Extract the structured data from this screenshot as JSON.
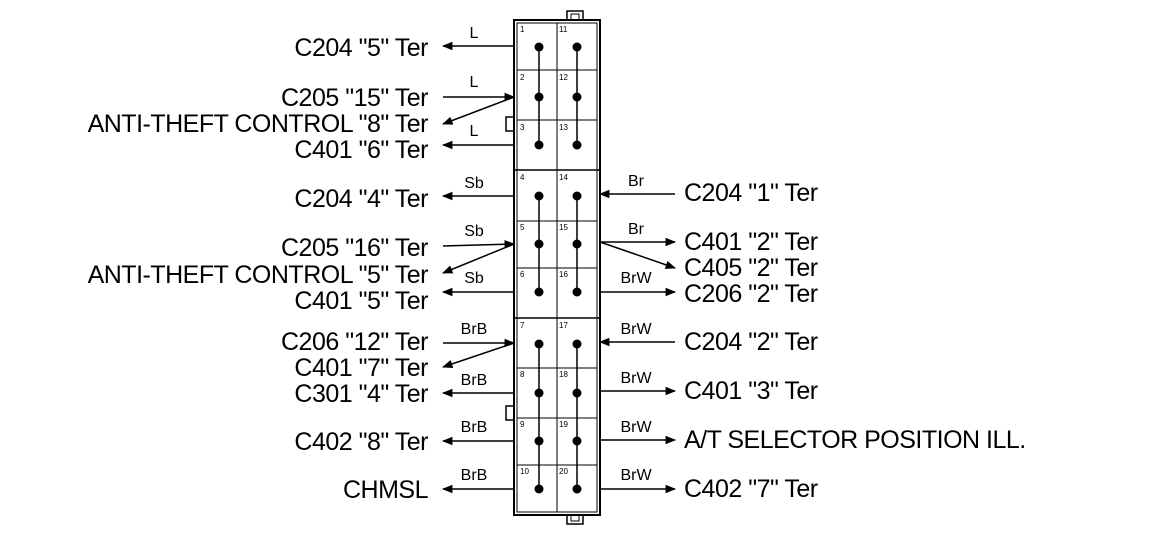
{
  "connector": {
    "pins": [
      "1",
      "11",
      "2",
      "12",
      "3",
      "13",
      "4",
      "14",
      "5",
      "15",
      "6",
      "16",
      "7",
      "17",
      "8",
      "18",
      "9",
      "19",
      "10",
      "20"
    ]
  },
  "left": {
    "labels": [
      "C204 \"5\" Ter",
      "C205 \"15\" Ter",
      "ANTI-THEFT CONTROL \"8\" Ter",
      "C401 \"6\" Ter",
      "C204 \"4\" Ter",
      "C205 \"16\" Ter",
      "ANTI-THEFT CONTROL \"5\" Ter",
      "C401 \"5\" Ter",
      "C206 \"12\" Ter",
      "C401 \"7\" Ter",
      "C301 \"4\" Ter",
      "C402 \"8\" Ter",
      "CHMSL"
    ],
    "wires": [
      "L",
      "L",
      "L",
      "Sb",
      "Sb",
      "Sb",
      "BrB",
      "BrB",
      "BrB",
      "BrB"
    ]
  },
  "right": {
    "labels": [
      "C204 \"1\" Ter",
      "C401 \"2\" Ter",
      "C405 \"2\" Ter",
      "C206 \"2\" Ter",
      "C204 \"2\" Ter",
      "C401 \"3\" Ter",
      "A/T SELECTOR POSITION ILL.",
      "C402 \"7\" Ter"
    ],
    "wires": [
      "Br",
      "Br",
      "BrW",
      "BrW",
      "BrW",
      "BrW",
      "BrW"
    ]
  }
}
